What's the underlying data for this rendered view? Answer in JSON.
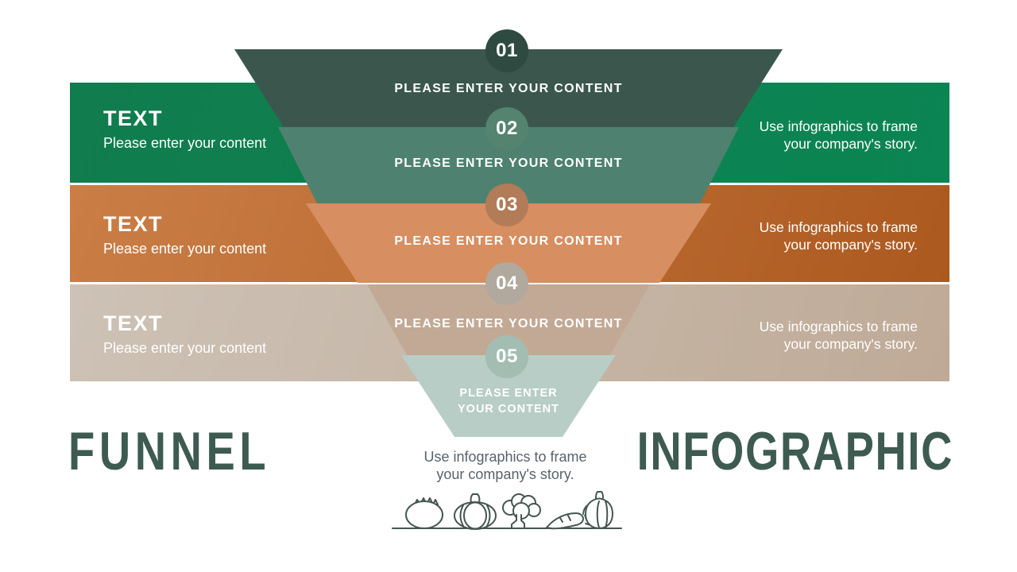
{
  "funnel": {
    "levels": [
      {
        "number": "01",
        "label": "PLEASE ENTER YOUR CONTENT",
        "color": "#3B574D",
        "circle_color": "#2E4A41"
      },
      {
        "number": "02",
        "label": "PLEASE ENTER YOUR CONTENT",
        "color": "#4F8170",
        "circle_color": "#54836F"
      },
      {
        "number": "03",
        "label": "PLEASE ENTER YOUR CONTENT",
        "color": "#D78E60",
        "circle_color": "#B27C58"
      },
      {
        "number": "04",
        "label": "PLEASE ENTER YOUR CONTENT",
        "color": "#C2A995",
        "circle_color": "#B1A99E"
      },
      {
        "number": "05",
        "label": "PLEASE ENTER YOUR CONTENT",
        "label_line1": "PLEASE ENTER",
        "label_line2": "YOUR CONTENT",
        "color": "#B8CDC5",
        "circle_color": "#A3BDB2"
      }
    ]
  },
  "bands": [
    {
      "title": "TEXT",
      "subtitle": "Please enter your content",
      "right_line1": "Use infographics to frame",
      "right_line2": "your company's story.",
      "grad": {
        "angle": "110deg",
        "from": "#117C4D",
        "to": "#0B8553"
      }
    },
    {
      "title": "TEXT",
      "subtitle": "Please enter your content",
      "right_line1": "Use infographics to frame",
      "right_line2": "your company's story.",
      "grad": {
        "angle": "110deg",
        "from": "#CA7E46",
        "to": "#AC591F"
      }
    },
    {
      "title": "TEXT",
      "subtitle": "Please enter your content",
      "right_line1": "Use infographics to frame",
      "right_line2": "your company's story.",
      "grad": {
        "angle": "110deg",
        "from": "#CDC2B6",
        "to": "#BFAA97"
      }
    }
  ],
  "footer": {
    "title_left": "FUNNEL",
    "title_right": "INFOGRAPHIC",
    "caption_line1": "Use infographics to frame",
    "caption_line2": "your company's story.",
    "icons": [
      "tomato-icon",
      "pumpkin-icon",
      "broccoli-icon",
      "carrot-icon",
      "bell-pepper-icon"
    ]
  },
  "colors": {
    "title_text": "#3E5B51",
    "caption_text": "#58626C",
    "veg_stroke": "#45564F",
    "background": "#FFFFFF"
  }
}
